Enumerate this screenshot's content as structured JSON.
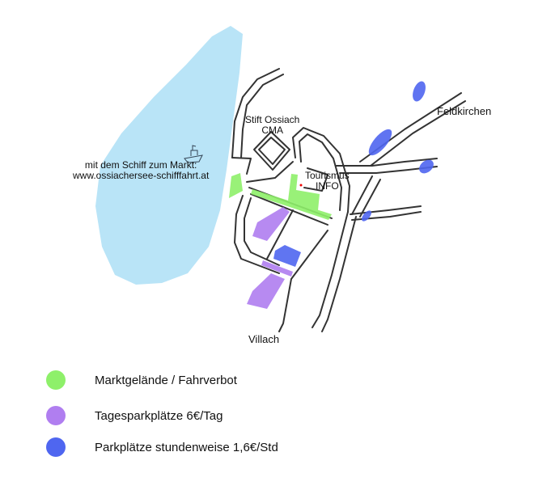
{
  "map": {
    "lake_label_line1": "mit dem Schiff zum Markt:",
    "lake_label_line2": "www.ossiachersee-schifffahrt.at",
    "stift_line1": "Stift Ossiach",
    "stift_line2": "CMA",
    "tourism_line1": "Tourismus",
    "tourism_line2": "INFO",
    "feldkirchen": "Feldkirchen",
    "villach": "Villach"
  },
  "legend": [
    {
      "label": "Marktgelände / Fahrverbot",
      "color": "#8ef06a"
    },
    {
      "label": "Tagesparkplätze 6€/Tag",
      "color": "#b07ef0"
    },
    {
      "label": "Parkplätze stundenweise 1,6€/Std",
      "color": "#4f66f0"
    }
  ],
  "colors": {
    "lake": "#b9e4f7",
    "road": "#333333"
  }
}
